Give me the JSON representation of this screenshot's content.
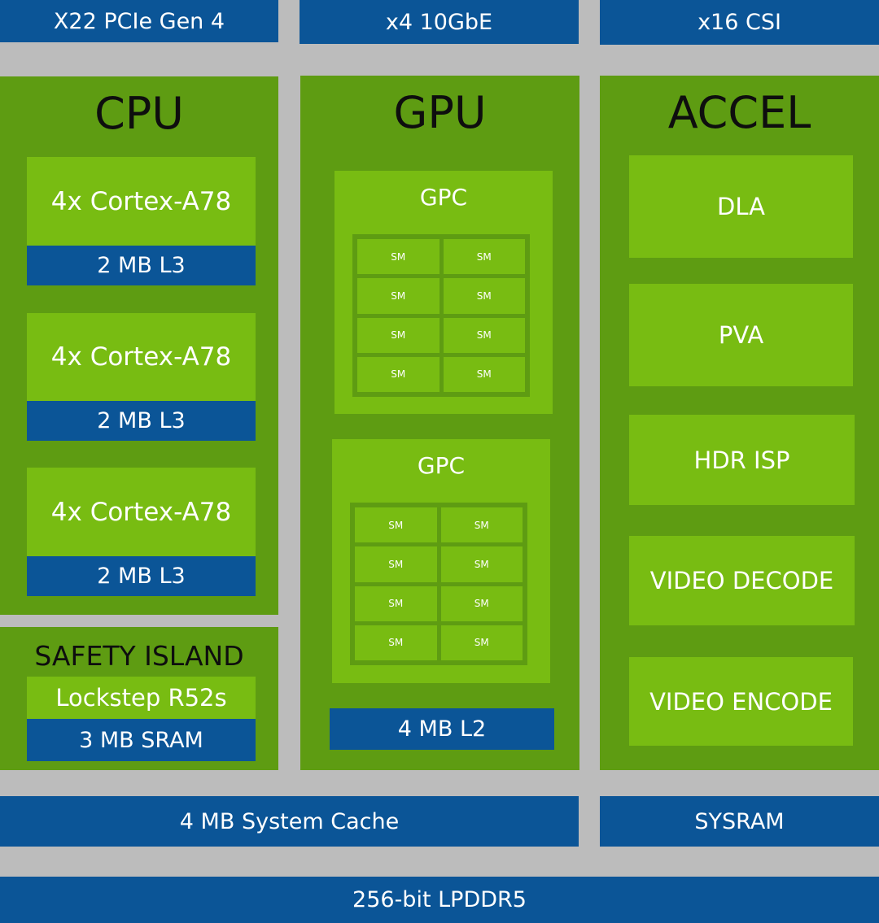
{
  "io": {
    "pcie": "X22 PCIe Gen 4",
    "ethernet": "x4 10GbE",
    "csi": "x16 CSI"
  },
  "cpu": {
    "title": "CPU",
    "clusters": [
      {
        "core": "4x Cortex-A78",
        "cache": "2 MB L3"
      },
      {
        "core": "4x Cortex-A78",
        "cache": "2 MB L3"
      },
      {
        "core": "4x Cortex-A78",
        "cache": "2 MB L3"
      }
    ]
  },
  "safety_island": {
    "title": "SAFETY ISLAND",
    "core": "Lockstep R52s",
    "memory": "3 MB SRAM"
  },
  "gpu": {
    "title": "GPU",
    "gpcs": [
      {
        "label": "GPC",
        "sms": [
          "SM",
          "SM",
          "SM",
          "SM",
          "SM",
          "SM",
          "SM",
          "SM"
        ]
      },
      {
        "label": "GPC",
        "sms": [
          "SM",
          "SM",
          "SM",
          "SM",
          "SM",
          "SM",
          "SM",
          "SM"
        ]
      }
    ],
    "cache": "4 MB L2"
  },
  "accel": {
    "title": "ACCEL",
    "units": [
      "DLA",
      "PVA",
      "HDR ISP",
      "VIDEO DECODE",
      "VIDEO ENCODE"
    ]
  },
  "memory": {
    "system_cache": "4 MB System Cache",
    "sysram": "SYSRAM",
    "dram": "256-bit LPDDR5"
  },
  "colors": {
    "background": "#bcbcbc",
    "blue": "#0b5597",
    "dark_green": "#5e9c12",
    "light_green": "#78bc12"
  }
}
